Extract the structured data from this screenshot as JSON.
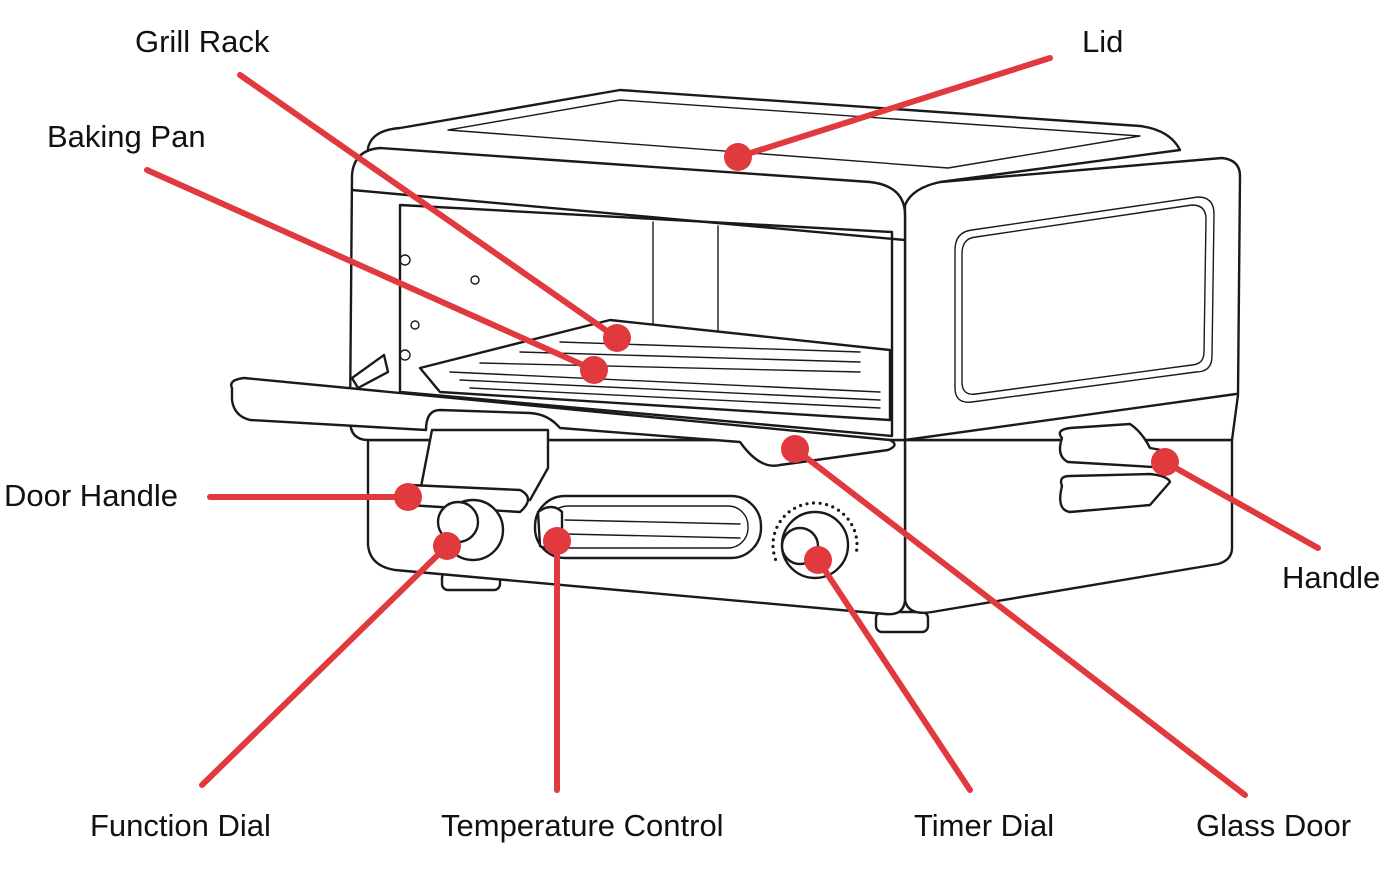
{
  "accent_color": "#e0393e",
  "callouts": [
    {
      "id": "grill-rack",
      "label": "Grill Rack"
    },
    {
      "id": "lid",
      "label": "Lid"
    },
    {
      "id": "baking-pan",
      "label": "Baking Pan"
    },
    {
      "id": "door-handle",
      "label": "Door Handle"
    },
    {
      "id": "handle",
      "label": "Handle"
    },
    {
      "id": "function-dial",
      "label": "Function Dial"
    },
    {
      "id": "temperature-control",
      "label": "Temperature Control"
    },
    {
      "id": "timer-dial",
      "label": "Timer Dial"
    },
    {
      "id": "glass-door",
      "label": "Glass Door"
    }
  ]
}
